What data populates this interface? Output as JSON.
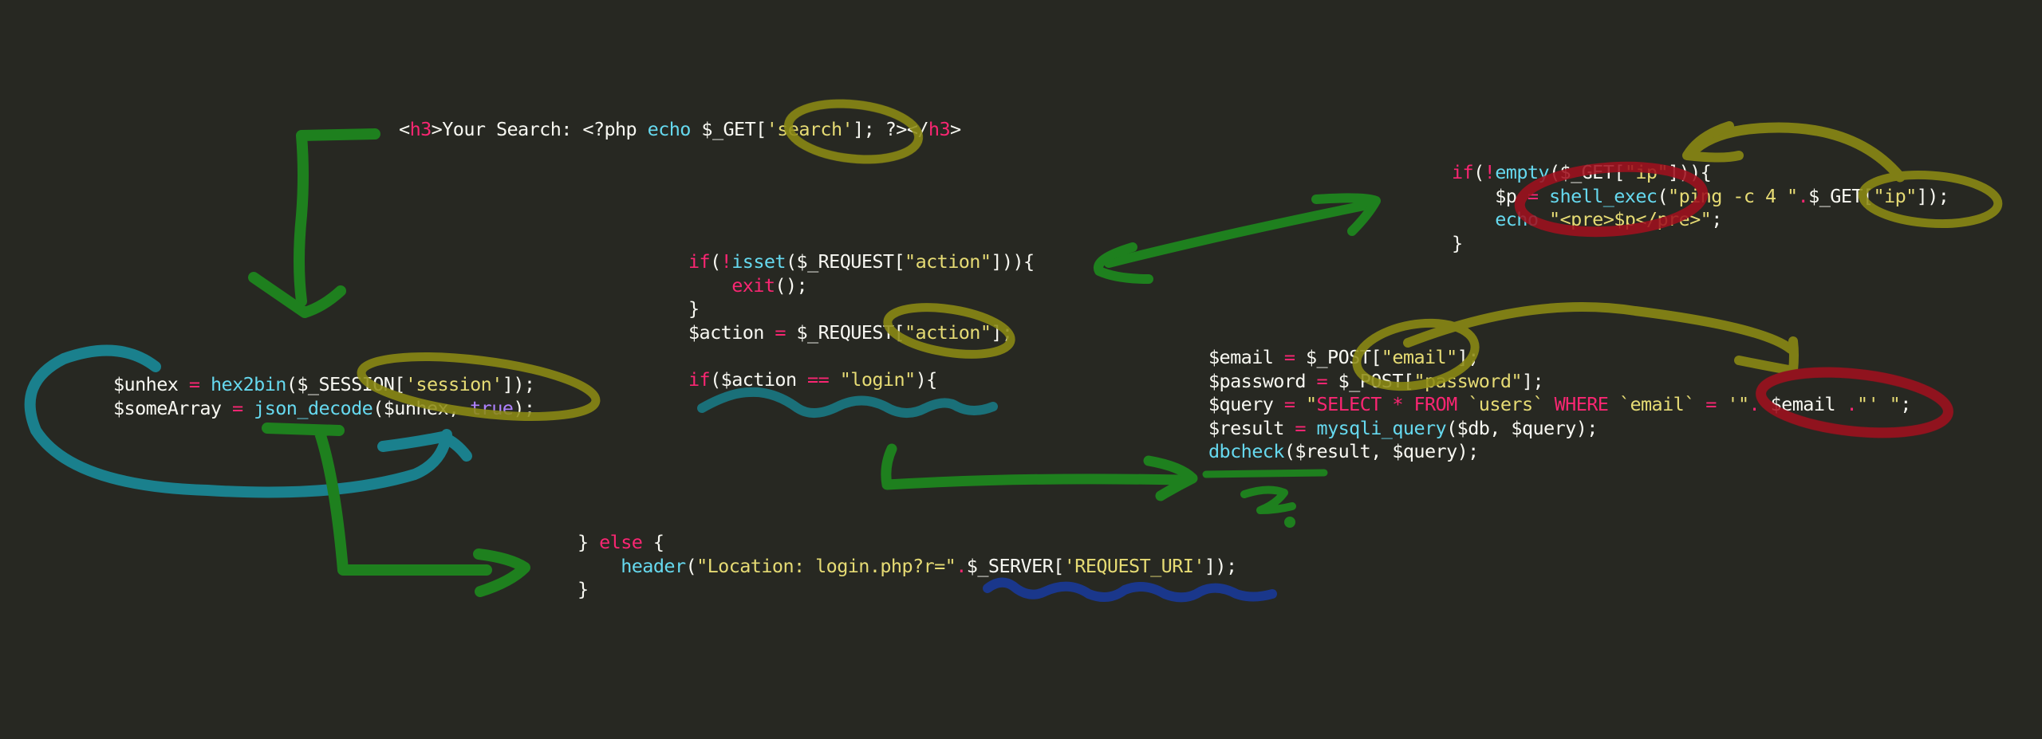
{
  "colors": {
    "background": "#272822",
    "text": "#f8f8f2",
    "keyword": "#f92672",
    "function": "#66d9ef",
    "string": "#e6db74",
    "annotation_green": "#1e8c1e",
    "annotation_yellow": "#8c8a14",
    "annotation_red": "#a0101e",
    "annotation_teal": "#1a8c9c",
    "annotation_blue": "#1a3a9a"
  },
  "snippets": {
    "h3_search": {
      "lines": [
        [
          {
            "t": "<",
            "c": "pl"
          },
          {
            "t": "h3",
            "c": "kw"
          },
          {
            "t": ">Your Search: <?php ",
            "c": "pl"
          },
          {
            "t": "echo",
            "c": "fn"
          },
          {
            "t": " $_GET[",
            "c": "pl"
          },
          {
            "t": "'search'",
            "c": "str"
          },
          {
            "t": "]; ?></",
            "c": "pl"
          },
          {
            "t": "h3",
            "c": "kw"
          },
          {
            "t": ">",
            "c": "pl"
          }
        ]
      ]
    },
    "shell_exec": {
      "lines": [
        [
          {
            "t": "if",
            "c": "kw"
          },
          {
            "t": "(",
            "c": "pl"
          },
          {
            "t": "!",
            "c": "kw"
          },
          {
            "t": "empty",
            "c": "fn"
          },
          {
            "t": "($_GET[",
            "c": "pl"
          },
          {
            "t": "\"ip\"",
            "c": "str"
          },
          {
            "t": "])){",
            "c": "pl"
          }
        ],
        [
          {
            "t": "    $p ",
            "c": "pl"
          },
          {
            "t": "=",
            "c": "kw"
          },
          {
            "t": " ",
            "c": "pl"
          },
          {
            "t": "shell_exec",
            "c": "fn"
          },
          {
            "t": "(",
            "c": "pl"
          },
          {
            "t": "\"ping -c 4 \"",
            "c": "str"
          },
          {
            "t": ".",
            "c": "kw"
          },
          {
            "t": "$_GET[",
            "c": "pl"
          },
          {
            "t": "\"ip\"",
            "c": "str"
          },
          {
            "t": "]);",
            "c": "pl"
          }
        ],
        [
          {
            "t": "    ",
            "c": "pl"
          },
          {
            "t": "echo",
            "c": "fn"
          },
          {
            "t": " ",
            "c": "pl"
          },
          {
            "t": "\"<pre>$p</pre>\"",
            "c": "str"
          },
          {
            "t": ";",
            "c": "pl"
          }
        ],
        [
          {
            "t": "}",
            "c": "pl"
          }
        ]
      ]
    },
    "request_action": {
      "lines": [
        [
          {
            "t": "if",
            "c": "kw"
          },
          {
            "t": "(",
            "c": "pl"
          },
          {
            "t": "!",
            "c": "kw"
          },
          {
            "t": "isset",
            "c": "fn"
          },
          {
            "t": "($_REQUEST[",
            "c": "pl"
          },
          {
            "t": "\"action\"",
            "c": "str"
          },
          {
            "t": "])){",
            "c": "pl"
          }
        ],
        [
          {
            "t": "    ",
            "c": "pl"
          },
          {
            "t": "exit",
            "c": "kw"
          },
          {
            "t": "();",
            "c": "pl"
          }
        ],
        [
          {
            "t": "}",
            "c": "pl"
          }
        ],
        [
          {
            "t": "$action ",
            "c": "pl"
          },
          {
            "t": "=",
            "c": "kw"
          },
          {
            "t": " $_REQUEST[",
            "c": "pl"
          },
          {
            "t": "\"action\"",
            "c": "str"
          },
          {
            "t": "];",
            "c": "pl"
          }
        ],
        [],
        [
          {
            "t": "if",
            "c": "kw"
          },
          {
            "t": "($action ",
            "c": "pl"
          },
          {
            "t": "==",
            "c": "kw"
          },
          {
            "t": " ",
            "c": "pl"
          },
          {
            "t": "\"login\"",
            "c": "str"
          },
          {
            "t": "){",
            "c": "pl"
          }
        ]
      ]
    },
    "session_decode": {
      "lines": [
        [
          {
            "t": "$unhex ",
            "c": "pl"
          },
          {
            "t": "=",
            "c": "kw"
          },
          {
            "t": " ",
            "c": "pl"
          },
          {
            "t": "hex2bin",
            "c": "fn"
          },
          {
            "t": "($_SESSION[",
            "c": "pl"
          },
          {
            "t": "'session'",
            "c": "str"
          },
          {
            "t": "]);",
            "c": "pl"
          }
        ],
        [
          {
            "t": "$someArray ",
            "c": "pl"
          },
          {
            "t": "=",
            "c": "kw"
          },
          {
            "t": " ",
            "c": "pl"
          },
          {
            "t": "json_decode",
            "c": "fn"
          },
          {
            "t": "($unhex, ",
            "c": "pl"
          },
          {
            "t": "true",
            "c": "bool"
          },
          {
            "t": ");",
            "c": "pl"
          }
        ]
      ]
    },
    "sql_query": {
      "lines": [
        [
          {
            "t": "$email ",
            "c": "pl"
          },
          {
            "t": "=",
            "c": "kw"
          },
          {
            "t": " $_POST[",
            "c": "pl"
          },
          {
            "t": "\"email\"",
            "c": "str"
          },
          {
            "t": "];",
            "c": "pl"
          }
        ],
        [
          {
            "t": "$password ",
            "c": "pl"
          },
          {
            "t": "=",
            "c": "kw"
          },
          {
            "t": " $_POST[",
            "c": "pl"
          },
          {
            "t": "\"password\"",
            "c": "str"
          },
          {
            "t": "];",
            "c": "pl"
          }
        ],
        [
          {
            "t": "$query ",
            "c": "pl"
          },
          {
            "t": "=",
            "c": "kw"
          },
          {
            "t": " ",
            "c": "pl"
          },
          {
            "t": "\"",
            "c": "str"
          },
          {
            "t": "SELECT * FROM ",
            "c": "kw"
          },
          {
            "t": "`users` ",
            "c": "str"
          },
          {
            "t": "WHERE ",
            "c": "kw"
          },
          {
            "t": "`email` ",
            "c": "str"
          },
          {
            "t": "= ",
            "c": "kw"
          },
          {
            "t": "'\"",
            "c": "str"
          },
          {
            "t": ". ",
            "c": "kw"
          },
          {
            "t": "$email ",
            "c": "pl"
          },
          {
            "t": ".",
            "c": "kw"
          },
          {
            "t": "\"' \"",
            "c": "str"
          },
          {
            "t": ";",
            "c": "pl"
          }
        ],
        [
          {
            "t": "$result ",
            "c": "pl"
          },
          {
            "t": "=",
            "c": "kw"
          },
          {
            "t": " ",
            "c": "pl"
          },
          {
            "t": "mysqli_query",
            "c": "fn"
          },
          {
            "t": "($db, $query);",
            "c": "pl"
          }
        ],
        [
          {
            "t": "dbcheck",
            "c": "fn"
          },
          {
            "t": "($result, $query);",
            "c": "pl"
          }
        ]
      ]
    },
    "else_redirect": {
      "lines": [
        [
          {
            "t": "} ",
            "c": "pl"
          },
          {
            "t": "else",
            "c": "kw"
          },
          {
            "t": " {",
            "c": "pl"
          }
        ],
        [
          {
            "t": "    ",
            "c": "pl"
          },
          {
            "t": "header",
            "c": "fn"
          },
          {
            "t": "(",
            "c": "pl"
          },
          {
            "t": "\"Location: login.php?r=\"",
            "c": "str"
          },
          {
            "t": ".",
            "c": "kw"
          },
          {
            "t": "$_SERVER[",
            "c": "pl"
          },
          {
            "t": "'REQUEST_URI'",
            "c": "str"
          },
          {
            "t": "]);",
            "c": "pl"
          }
        ],
        [
          {
            "t": "}",
            "c": "pl"
          }
        ]
      ]
    }
  },
  "annotations": [
    {
      "type": "circle",
      "color": "yellow",
      "target": "'search'"
    },
    {
      "type": "arrow-down",
      "color": "green",
      "from": "h3_search",
      "to": "session_decode"
    },
    {
      "type": "circle",
      "color": "yellow",
      "target": "'session'"
    },
    {
      "type": "loop-arrow",
      "color": "teal",
      "target": "session_decode"
    },
    {
      "type": "arrow-right",
      "color": "green",
      "from": "json_decode",
      "to": "else_redirect"
    },
    {
      "type": "double-arrow",
      "color": "green",
      "from": "request_action",
      "to": "shell_exec"
    },
    {
      "type": "circle",
      "color": "red",
      "target": "= shell_exec(\"p"
    },
    {
      "type": "circle",
      "color": "yellow",
      "target": "GET[\"ip\"]);"
    },
    {
      "type": "arrow",
      "color": "yellow",
      "from": "GET[\"ip\"]",
      "to": "shell_exec"
    },
    {
      "type": "circle",
      "color": "yellow",
      "target": "\"action\"];"
    },
    {
      "type": "squiggle",
      "color": "teal",
      "target": "if($action == \"login\"){"
    },
    {
      "type": "arrow-right",
      "color": "green",
      "from": "login",
      "to": "dbcheck"
    },
    {
      "type": "underline",
      "color": "green",
      "target": "dbcheck"
    },
    {
      "type": "question-mark",
      "color": "green",
      "target": "dbcheck"
    },
    {
      "type": "circle",
      "color": "yellow",
      "target": "\"email\"];"
    },
    {
      "type": "arrow",
      "color": "yellow",
      "from": "$_POST[\"email\"]",
      "to": "'\". $email .\"'"
    },
    {
      "type": "circle",
      "color": "red",
      "target": "'\". $email .\"'"
    },
    {
      "type": "squiggle",
      "color": "blue",
      "target": "$_SERVER['REQUEST_URI']"
    }
  ]
}
